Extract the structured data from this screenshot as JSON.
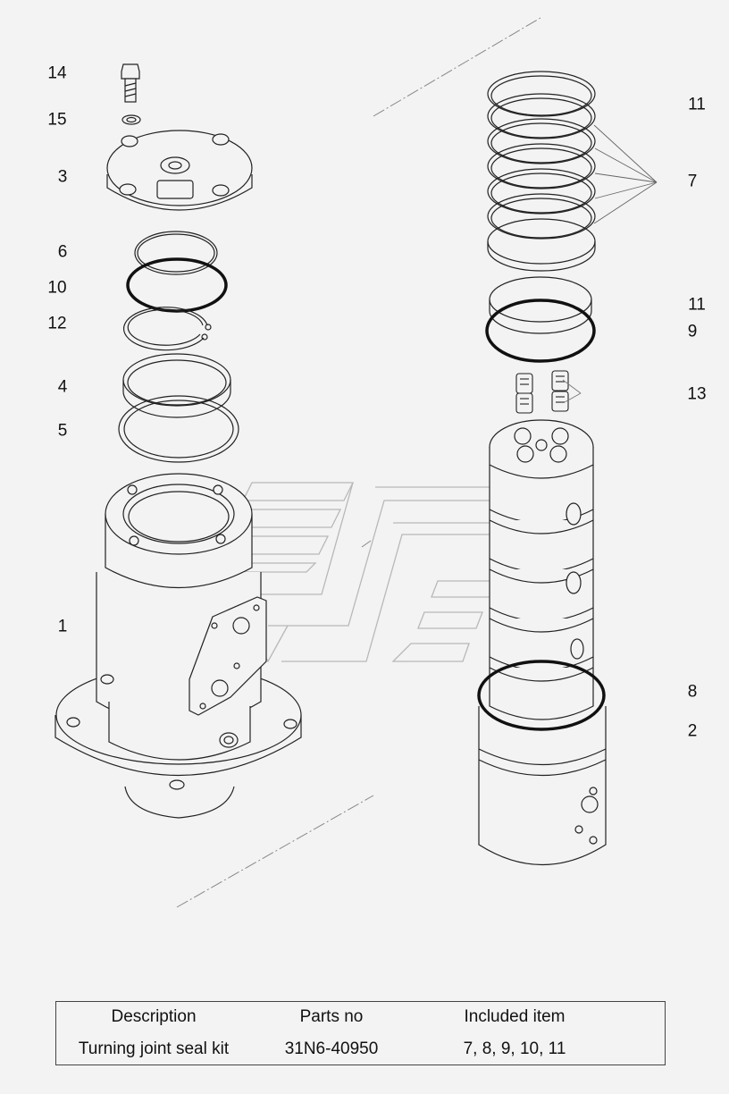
{
  "diagram": {
    "callouts": {
      "c14": "14",
      "c15": "15",
      "c3": "3",
      "c6": "6",
      "c10": "10",
      "c12": "12",
      "c4": "4",
      "c5": "5",
      "c1": "1",
      "c11a": "11",
      "c7": "7",
      "c11b": "11",
      "c9": "9",
      "c13": "13",
      "c8": "8",
      "c2": "2"
    }
  },
  "kit_table": {
    "headers": {
      "description": "Description",
      "parts_no": "Parts no",
      "included_item": "Included item"
    },
    "row": {
      "description": "Turning joint seal kit",
      "parts_no": "31N6-40950",
      "included_item": "7, 8, 9, 10, 11"
    }
  },
  "colors": {
    "background": "#f3f3f3",
    "line": "#222222",
    "watermark": "#bdbdbd"
  }
}
